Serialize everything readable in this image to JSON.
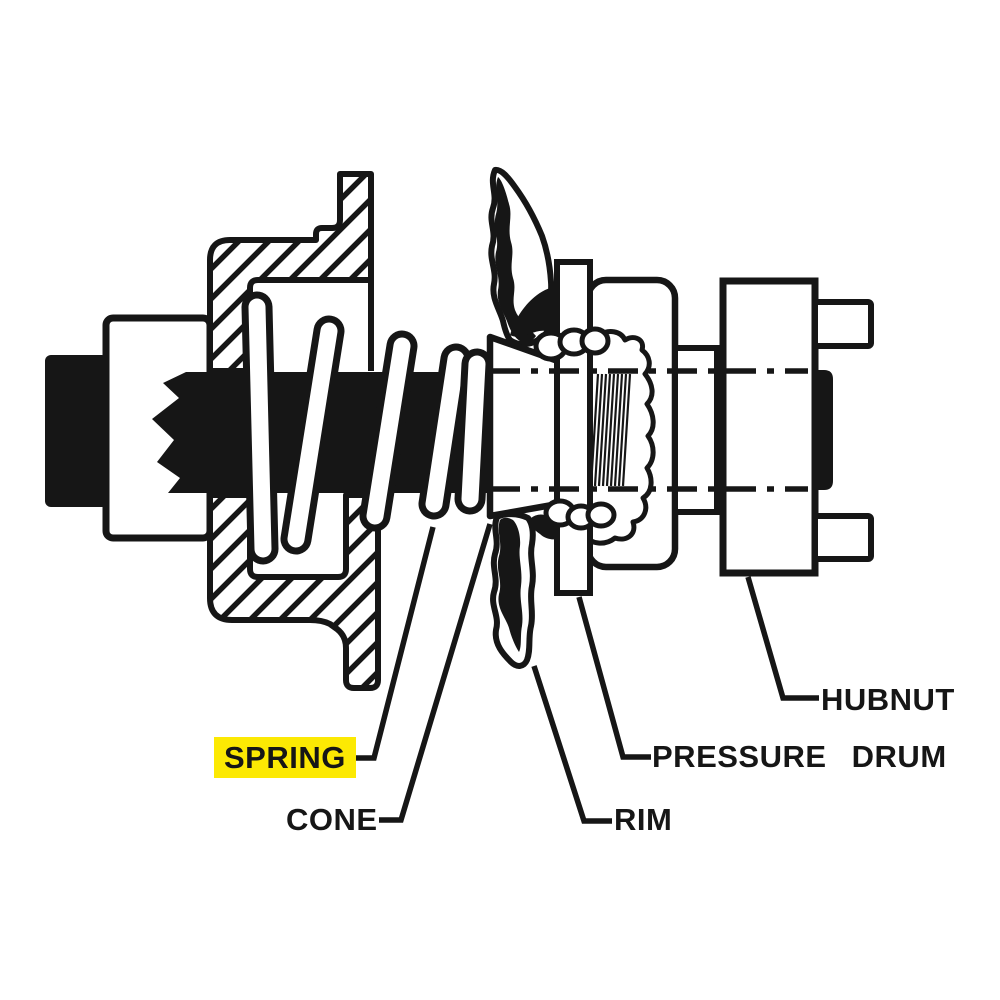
{
  "diagram": {
    "title": "wheel-balancer hub assembly cutaway",
    "palette": {
      "background": "#ffffff",
      "ink": "#161616",
      "highlight": "#fce903"
    },
    "labels": {
      "spring": "SPRING",
      "cone": "CONE",
      "rim": "RIM",
      "pressure_drum": "PRESSURE DRUM",
      "hubnut": "HUBNUT"
    },
    "parts": [
      "shaft-end-block",
      "arbor-collar",
      "hub-bracket",
      "arbor-shaft",
      "spring-coils",
      "centering-cone",
      "rim-section",
      "rim-center-disc",
      "pressure-drum",
      "drum-spacer",
      "hubnut-body",
      "wheel-studs"
    ]
  }
}
